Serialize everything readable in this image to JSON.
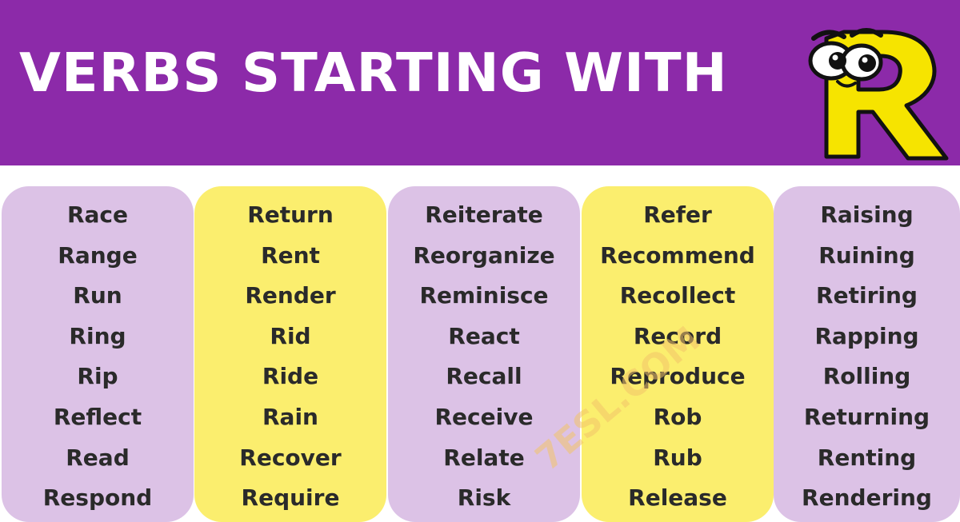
{
  "banner": {
    "title": "VERBS STARTING WITH",
    "letter": "R",
    "background": "#8c2aa9"
  },
  "columns": [
    {
      "color": "#dcc2e6",
      "words": [
        "Race",
        "Range",
        "Run",
        "Ring",
        "Rip",
        "Reflect",
        "Read",
        "Respond"
      ]
    },
    {
      "color": "#fbee6e",
      "words": [
        "Return",
        "Rent",
        "Render",
        "Rid",
        "Ride",
        "Rain",
        "Recover",
        "Require"
      ]
    },
    {
      "color": "#dcc2e6",
      "words": [
        "Reiterate",
        "Reorganize",
        "Reminisce",
        "React",
        "Recall",
        "Receive",
        "Relate",
        "Risk"
      ]
    },
    {
      "color": "#fbee6e",
      "words": [
        "Refer",
        "Recommend",
        "Recollect",
        "Record",
        "Reproduce",
        "Rob",
        "Rub",
        "Release"
      ]
    },
    {
      "color": "#dcc2e6",
      "words": [
        "Raising",
        "Ruining",
        "Retiring",
        "Rapping",
        "Rolling",
        "Returning",
        "Renting",
        "Rendering"
      ]
    }
  ],
  "watermark": "7ESL.COM"
}
